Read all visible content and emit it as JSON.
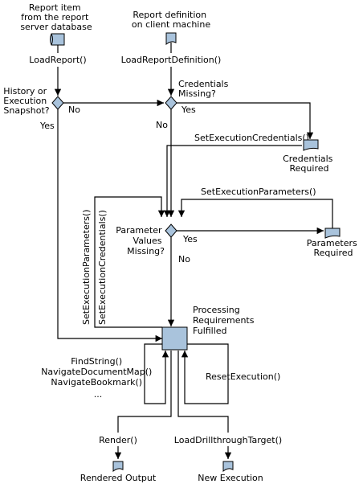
{
  "sources": {
    "report_db": [
      "Report item",
      "from the report",
      "server database"
    ],
    "client_def": [
      "Report definition",
      "on client machine"
    ]
  },
  "methods": {
    "load_report": "LoadReport()",
    "load_report_definition": "LoadReportDefinition()",
    "set_exec_credentials": "SetExecutionCredentials()",
    "set_exec_parameters": "SetExecutionParameters()",
    "set_exec_parameters_vertical": "SetExecutionParameters()",
    "set_exec_credentials_vertical": "SetExecutionCredentials()",
    "find_string": "FindString()",
    "navigate_document_map": "NavigateDocumentMap()",
    "navigate_bookmark": "NavigateBookmark()",
    "ellipsis": "...",
    "reset_execution": "ResetExecution()",
    "render": "Render()",
    "load_drillthrough_target": "LoadDrillthroughTarget()"
  },
  "decisions": {
    "history_snapshot": [
      "History or",
      "Execution",
      "Snapshot?"
    ],
    "credentials_missing": [
      "Credentials",
      "Missing?"
    ],
    "parameter_values_missing": [
      "Parameter",
      "Values",
      "Missing?"
    ]
  },
  "branches": {
    "yes": "Yes",
    "no": "No"
  },
  "states": {
    "credentials_required": [
      "Credentials",
      "Required"
    ],
    "parameters_required": [
      "Parameters",
      "Required"
    ],
    "processing_fulfilled": [
      "Processing",
      "Requirements",
      "Fulfilled"
    ]
  },
  "outputs": {
    "rendered_output": "Rendered Output",
    "new_execution": "New Execution"
  }
}
